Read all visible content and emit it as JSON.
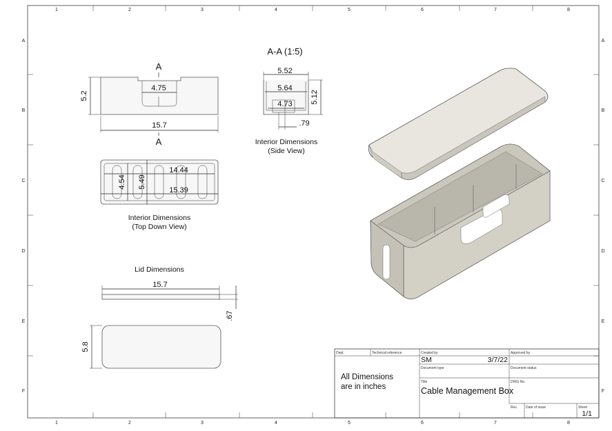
{
  "border": {
    "columns": [
      "1",
      "2",
      "3",
      "4",
      "5",
      "6",
      "7",
      "8"
    ],
    "rows": [
      "A",
      "B",
      "C",
      "D",
      "E",
      "F"
    ]
  },
  "section_view": {
    "title": "A-A (1:5)",
    "dims": {
      "top": "5.52",
      "mid": "5.64",
      "low": "4.73",
      "height": "5.12",
      "small": ".79"
    },
    "caption_line1": "Interior Dimensions",
    "caption_line2": "(Side View)"
  },
  "front_view": {
    "section_marker_top": "A",
    "section_marker_bottom": "A",
    "dims": {
      "height": "5.2",
      "inner": "4.75",
      "length": "15.7"
    }
  },
  "top_view": {
    "dims": {
      "w1": "4.54",
      "w2": "5.49",
      "l1": "14.44",
      "l2": "15.39"
    },
    "caption_line1": "Interior Dimensions",
    "caption_line2": "(Top Down View)"
  },
  "lid": {
    "title": "Lid Dimensions",
    "dims": {
      "length": "15.7",
      "thickness": ".67",
      "width": "5.8"
    }
  },
  "note": {
    "line1": "All Dimensions",
    "line2": "are in inches"
  },
  "title_block": {
    "dept_label": "Dept.",
    "tech_ref_label": "Technical reference",
    "created_by_label": "Created by",
    "created_by": "SM",
    "date": "3/7/22",
    "approved_by_label": "Approved by",
    "doc_type_label": "Document type",
    "doc_status_label": "Document status",
    "title_label": "Title",
    "title": "Cable Management Box",
    "dwg_label": "DWG No.",
    "rev_label": "Rev.",
    "date_issue_label": "Date of issue",
    "sheet_label": "Sheet",
    "sheet": "1/1"
  }
}
